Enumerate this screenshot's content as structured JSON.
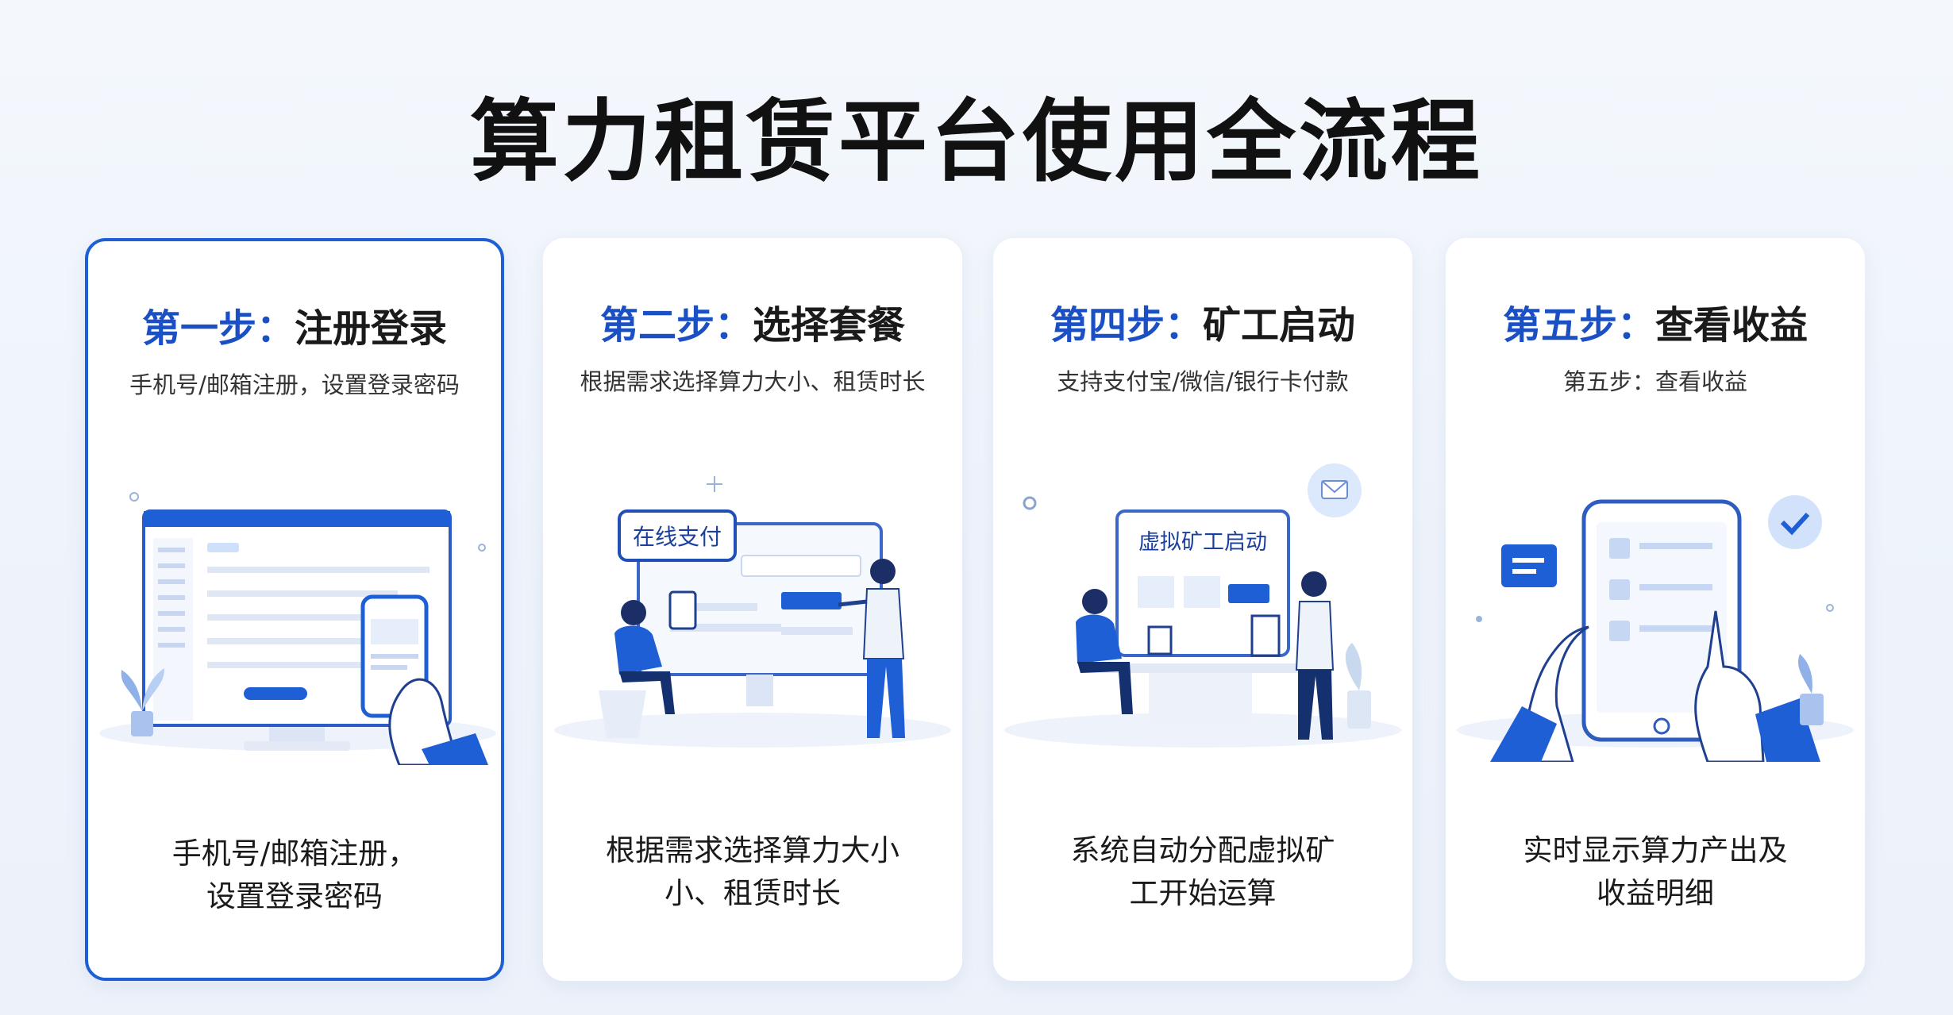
{
  "title": "算力租赁平台使用全流程",
  "cards": [
    {
      "step": "第一步",
      "colon": "：",
      "name": "注册登录",
      "subtitle": "手机号/邮箱注册，设置登录密码",
      "illustration_text": "",
      "desc_lines": [
        "手机号/邮箱注册，",
        "设置登录密码"
      ],
      "active": true
    },
    {
      "step": "第二步",
      "colon": "：",
      "name": "选择套餐",
      "subtitle": "根据需求选择算力大小、租赁时长",
      "illustration_text": "在线支付",
      "desc_lines": [
        "根据需求选择算力大小",
        "小、租赁时长"
      ],
      "active": false
    },
    {
      "step": "第四步",
      "colon": "：",
      "name": "矿工启动",
      "subtitle": "支持支付宝/微信/银行卡付款",
      "illustration_text": "虚拟矿工启动",
      "desc_lines": [
        "系统自动分配虚拟矿",
        "工开始运算"
      ],
      "active": false
    },
    {
      "step": "第五步",
      "colon": "：",
      "name": "查看收益",
      "subtitle": "第五步：查看收益",
      "illustration_text": "",
      "desc_lines": [
        "实时显示算力产出及",
        "收益明细"
      ],
      "active": false
    }
  ],
  "colors": {
    "accent": "#1f5fd6",
    "step_text": "#1b4fc4",
    "illustration_blue": "#2f6be0",
    "illustration_light": "#e6eefb"
  }
}
